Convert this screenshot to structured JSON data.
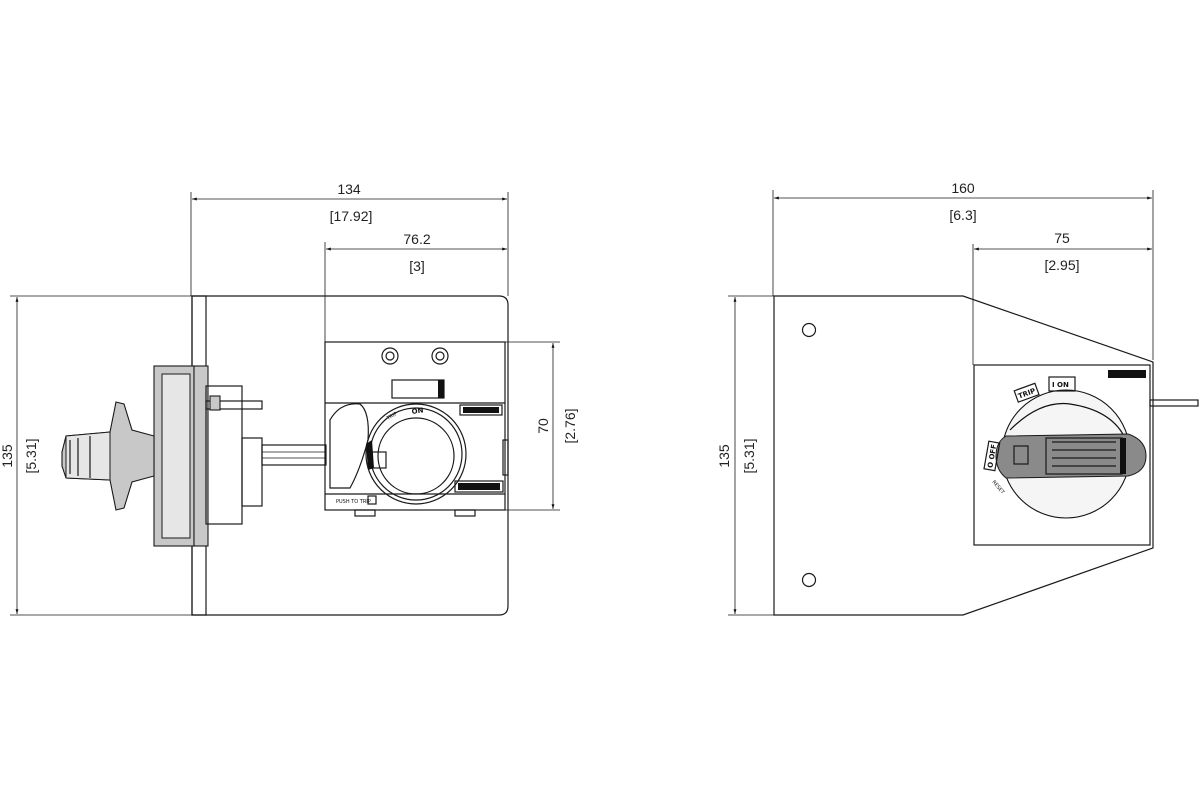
{
  "left_view": {
    "dims": {
      "overall_width": "134",
      "overall_width_in": "[17.92]",
      "mech_width": "76.2",
      "mech_width_in": "[3]",
      "mech_height": "70",
      "mech_height_in": "[2.76]",
      "overall_height": "135",
      "overall_height_in": "[5.31]"
    },
    "labels": {
      "push_to_trip": "PUSH TO TRIP",
      "dial_on": "ON",
      "dial_trip": "TRIP"
    }
  },
  "right_view": {
    "dims": {
      "overall_width": "160",
      "overall_width_in": "[6.3]",
      "handle_width": "75",
      "handle_width_in": "[2.95]",
      "overall_height": "135",
      "overall_height_in": "[5.31]"
    },
    "labels": {
      "trip": "TRIP",
      "on": "I ON",
      "off": "O OFF",
      "reset": "RESET"
    }
  }
}
